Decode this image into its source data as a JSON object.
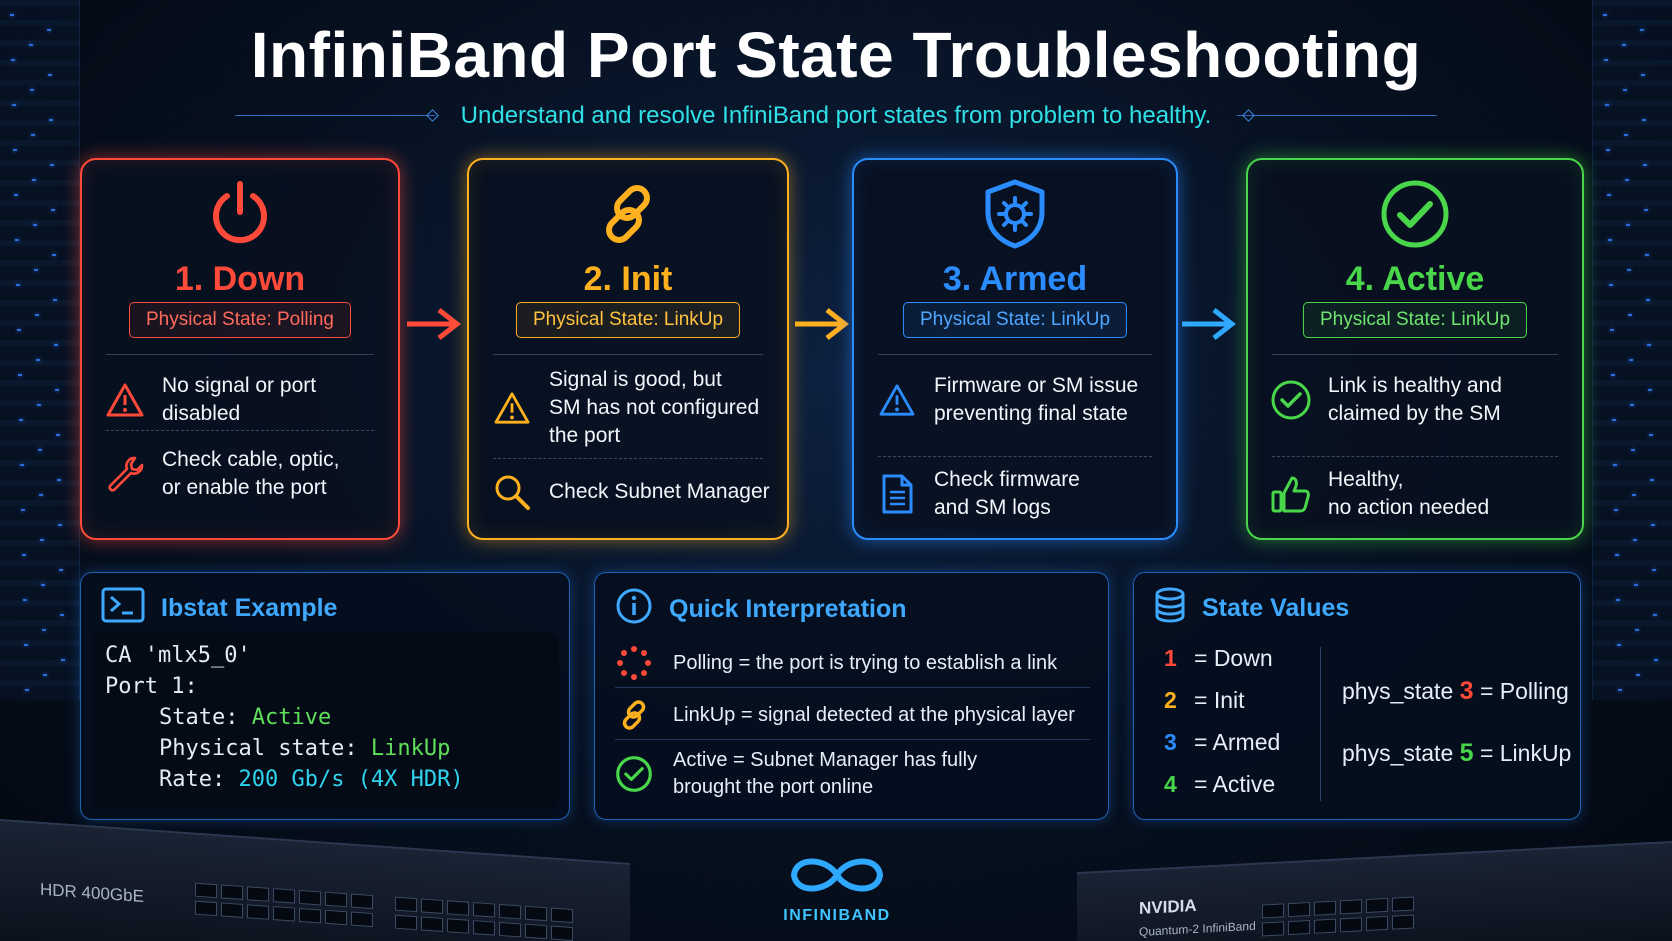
{
  "title": "InfiniBand Port State Troubleshooting",
  "subtitle": "Understand and resolve InfiniBand port states from problem to healthy.",
  "colors": {
    "down": "#ff4a3a",
    "init": "#ffb01f",
    "armed": "#2a8cff",
    "active": "#49d64a",
    "accent": "#3fa9ff"
  },
  "states": [
    {
      "name": "1. Down",
      "phys": "Physical State: Polling",
      "icon": "power-icon",
      "issue": "No signal or port disabled",
      "issue_icon": "warning-icon",
      "action_lines": [
        "Check cable, optic,",
        "or enable the port"
      ],
      "action_icon": "wrench-icon"
    },
    {
      "name": "2. Init",
      "phys": "Physical State: LinkUp",
      "icon": "link-icon",
      "issue_lines": [
        "Signal is good, but",
        "SM has not configured",
        "the port"
      ],
      "issue_icon": "warning-icon",
      "action": "Check Subnet Manager",
      "action_icon": "magnifier-icon"
    },
    {
      "name": "3. Armed",
      "phys": "Physical State: LinkUp",
      "icon": "shield-gear-icon",
      "issue_lines": [
        "Firmware or SM issue",
        "preventing final state"
      ],
      "issue_icon": "warning-icon",
      "action_lines": [
        "Check firmware",
        "and SM logs"
      ],
      "action_icon": "document-icon"
    },
    {
      "name": "4. Active",
      "phys": "Physical State: LinkUp",
      "icon": "check-circle-icon",
      "issue_lines": [
        "Link is healthy and",
        "claimed by the SM"
      ],
      "issue_icon": "check-circle-icon",
      "action_lines": [
        "Healthy,",
        "no action needed"
      ],
      "action_icon": "thumbs-up-icon"
    }
  ],
  "ibstat": {
    "title": "Ibstat Example",
    "lines": {
      "ca": "CA 'mlx5_0'",
      "port": "Port 1:",
      "state_key": "State: ",
      "state_val": "Active",
      "phys_key": "Physical state: ",
      "phys_val": "LinkUp",
      "rate_key": "Rate: ",
      "rate_val": "200 Gb/s (4X HDR)"
    }
  },
  "interpretation": {
    "title": "Quick Interpretation",
    "items": [
      {
        "text": "Polling  =  the port is trying to establish a link",
        "icon": "dotted-circle-icon"
      },
      {
        "text": "LinkUp  =  signal detected at the physical layer",
        "icon": "link-icon"
      },
      {
        "text_lines": [
          "Active  =  Subnet Manager has fully",
          "brought the port online"
        ],
        "icon": "check-circle-icon"
      }
    ]
  },
  "state_values": {
    "title": "State Values",
    "values": [
      {
        "n": "1",
        "label": "=  Down"
      },
      {
        "n": "2",
        "label": "=  Init"
      },
      {
        "n": "3",
        "label": "=  Armed"
      },
      {
        "n": "4",
        "label": "=  Active"
      }
    ],
    "phys": [
      {
        "key": "phys_state",
        "n": "3",
        "label": "=  Polling"
      },
      {
        "key": "phys_state",
        "n": "5",
        "label": "=  LinkUp"
      }
    ]
  },
  "hardware": {
    "left_label": "HDR 400GbE",
    "right_brand": "NVIDIA",
    "right_model": "Quantum-2 InfiniBand"
  },
  "logo": "INFINIBAND"
}
